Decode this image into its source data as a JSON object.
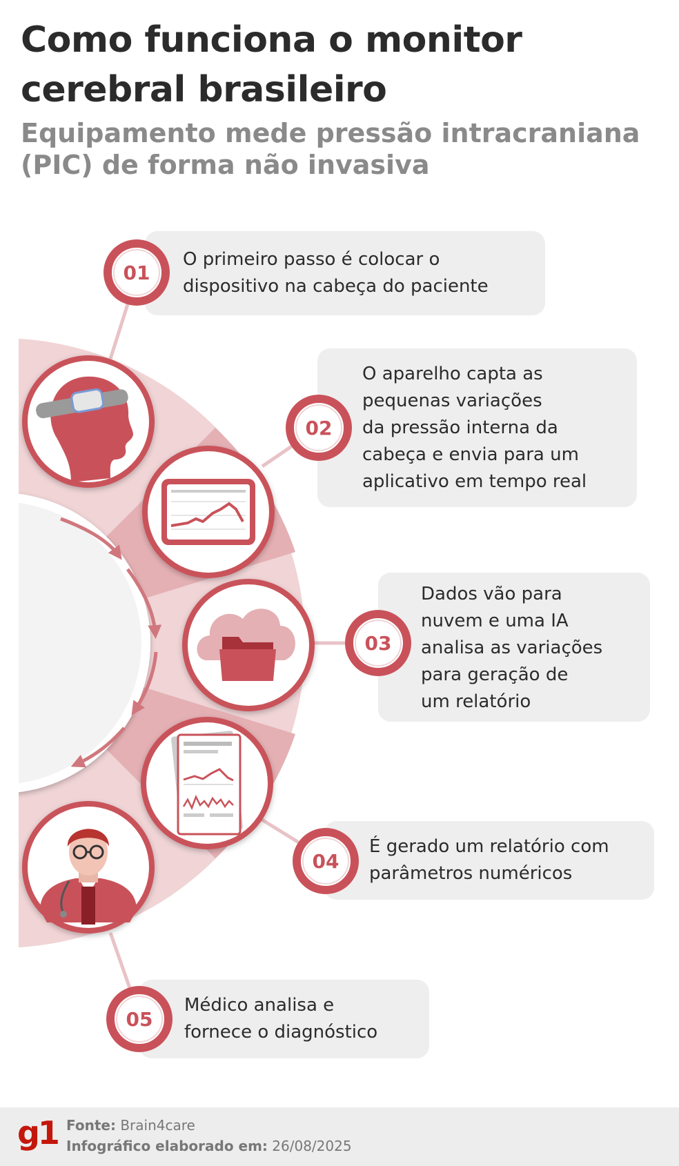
{
  "header": {
    "title": "Como funciona o monitor cerebral brasileiro",
    "subtitle": "Equipamento mede pressão intracraniana (PIC) de forma não invasiva"
  },
  "colors": {
    "accent": "#c9525a",
    "accent_dark": "#a8323a",
    "wedge_light": "#f0d4d6",
    "wedge_mid": "#e4b0b4",
    "card_bg": "#eeeeee",
    "brand": "#c4170c"
  },
  "steps": [
    {
      "number": "01",
      "lines": [
        "O primeiro passo é colocar o",
        "dispositivo na cabeça do paciente"
      ],
      "icon": "head-with-sensor-icon"
    },
    {
      "number": "02",
      "lines": [
        "O aparelho capta as",
        "pequenas variações",
        "da pressão interna da",
        "cabeça e envia para um",
        "aplicativo em tempo real"
      ],
      "icon": "tablet-chart-icon"
    },
    {
      "number": "03",
      "lines": [
        "Dados vão para",
        "nuvem e uma IA",
        "analisa as variações",
        "para geração de",
        "um relatório"
      ],
      "icon": "cloud-folder-icon"
    },
    {
      "number": "04",
      "lines": [
        "É gerado um relatório com",
        "parâmetros numéricos"
      ],
      "icon": "report-document-icon"
    },
    {
      "number": "05",
      "lines": [
        "Médico analisa e",
        "fornece o diagnóstico"
      ],
      "icon": "doctor-icon"
    }
  ],
  "footer": {
    "logo": "g1",
    "source_label": "Fonte:",
    "source_value": "Brain4care",
    "made_label": "Infográfico elaborado em:",
    "made_value": "26/08/2025"
  }
}
